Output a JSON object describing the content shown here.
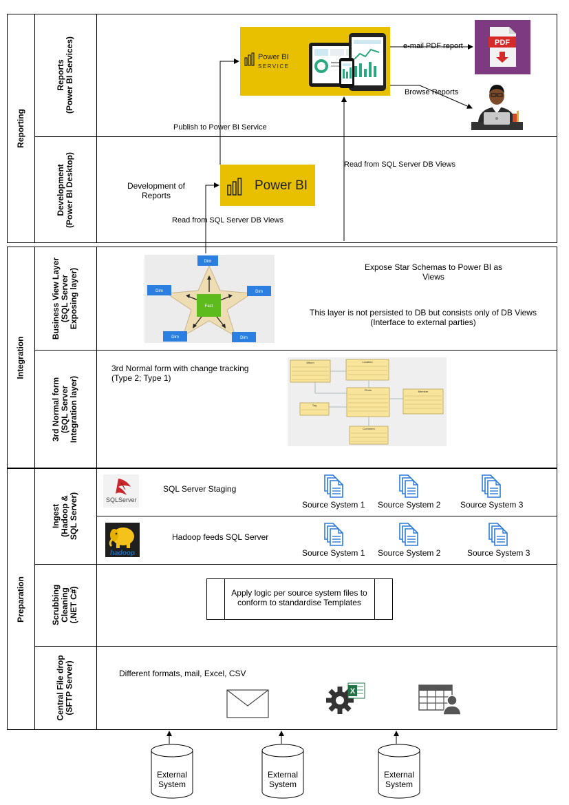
{
  "groups": {
    "reporting": "Reporting",
    "integration": "Integration",
    "preparation": "Preparation"
  },
  "layers": {
    "reports": [
      "Reports",
      "(Power BI Services)"
    ],
    "development": [
      "Development",
      "(Power BI Desktop)"
    ],
    "business_view": [
      "Business View Layer",
      "(SQL Server",
      "Exposing layer)"
    ],
    "third_nf": [
      "3rd Normal form",
      "(SQL Server",
      "Integration layer)"
    ],
    "ingest": [
      "Ingest",
      "(Hadoop &",
      "SQL Server)"
    ],
    "scrubbing": [
      "Scrubbing",
      "Cleaning",
      "(.NET C#)"
    ],
    "central_file_drop": [
      "Central File drop",
      "(SFTP Server)"
    ]
  },
  "reporting": {
    "power_bi_service_brand": "Power BI",
    "power_bi_service_sub": "SERVICE",
    "email_label": "e-mail PDF report",
    "pdf_label": "PDF",
    "browse_label": "Browse Reports",
    "publish_label": "Publish to Power BI Service",
    "read_views_label_right": "Read from SQL Server DB Views",
    "development_label": "Development of\nReports",
    "power_bi_desktop_brand": "Power BI",
    "read_views_label_left": "Read from SQL Server DB Views"
  },
  "integration": {
    "star_dims": [
      "Dim",
      "Dim",
      "Dim",
      "Dim",
      "Dim"
    ],
    "star_fact": "Fact",
    "expose_text": "Expose Star Schemas to Power BI as\nViews",
    "not_persisted_text": "This layer is not persisted to DB but consists only of DB Views\n(Interface to external parties)",
    "third_nf_text": "3rd Normal form with change tracking\n(Type 2; Type 1)",
    "er_tables": [
      "Album",
      "Location",
      "Photo",
      "Tag",
      "Member",
      "Comment"
    ]
  },
  "preparation": {
    "sql_staging_label": "SQL Server Staging",
    "sql_server_logo": "SQLServer",
    "hadoop_label": "Hadoop feeds SQL Server",
    "hadoop_logo": "hadoop",
    "staging_sources": [
      "Source System 1",
      "Source System 2",
      "Source System 3"
    ],
    "hadoop_sources": [
      "Source System 1",
      "Source System 2",
      "Source System 3"
    ],
    "scrub_text": "Apply logic per source system files to\nconform to standardise Templates",
    "formats_text": "Different formats, mail, Excel, CSV",
    "excel_letter": "X"
  },
  "external": [
    "External\nSystem",
    "External\nSystem",
    "External\nSystem"
  ],
  "colors": {
    "power_bi_yellow": "#E8C000",
    "doc_blue": "#2B79D6",
    "dim_blue": "#2B7FE0",
    "fact_green": "#5DBB1E",
    "star_fill": "#EEDCB3",
    "er_yellow": "#F8E49A",
    "pdf_bg": "#7E3A80"
  }
}
